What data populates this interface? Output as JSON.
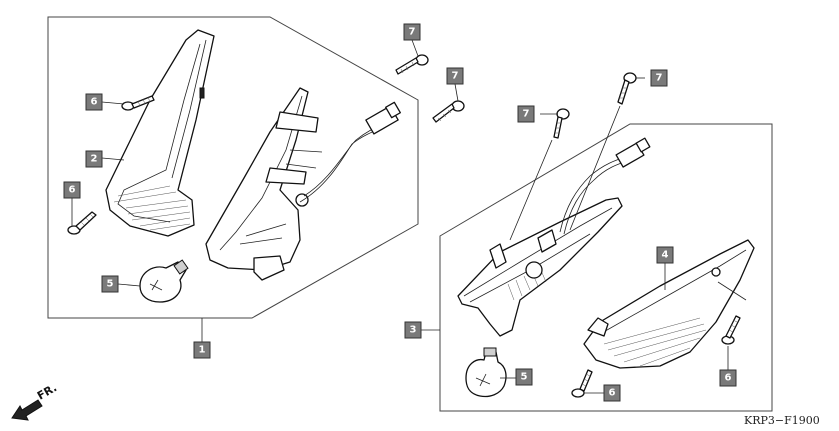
{
  "diagram_code": "KRP3−F1900",
  "direction_label": "FR.",
  "callouts": [
    "1",
    "2",
    "3",
    "4",
    "5",
    "5",
    "6",
    "6",
    "6",
    "6",
    "7",
    "7",
    "7",
    "7"
  ],
  "colors": {
    "callout_fill": "#7a7a7a",
    "line": "#111111",
    "background": "#ffffff"
  }
}
